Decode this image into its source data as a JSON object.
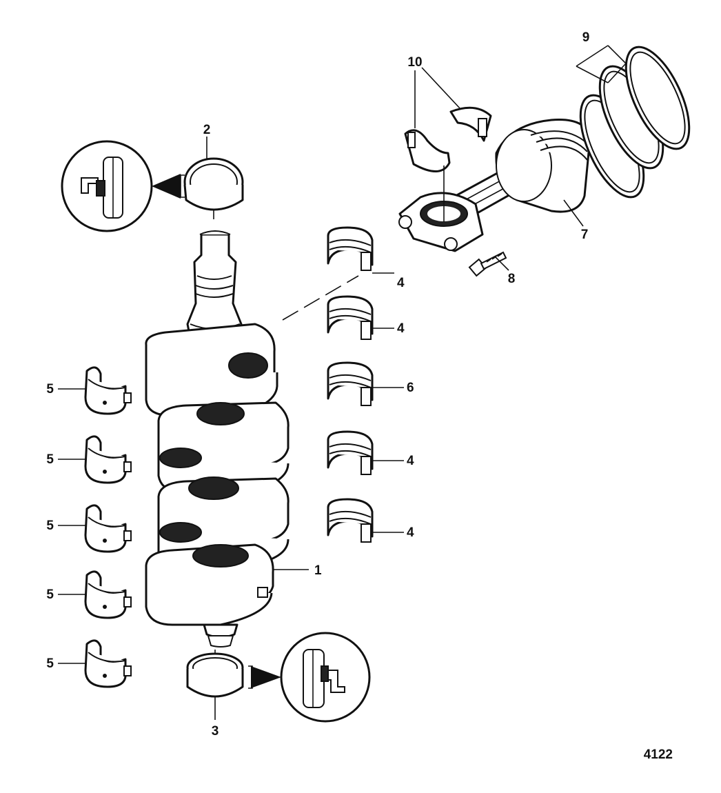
{
  "callouts": {
    "c1": "1",
    "c2": "2",
    "c3": "3",
    "c4a": "4",
    "c4b": "4",
    "c4c": "4",
    "c4d": "4",
    "c5a": "5",
    "c5b": "5",
    "c5c": "5",
    "c5d": "5",
    "c5e": "5",
    "c6": "6",
    "c7": "7",
    "c8": "8",
    "c9": "9",
    "c10": "10"
  },
  "figure_number": "4122"
}
